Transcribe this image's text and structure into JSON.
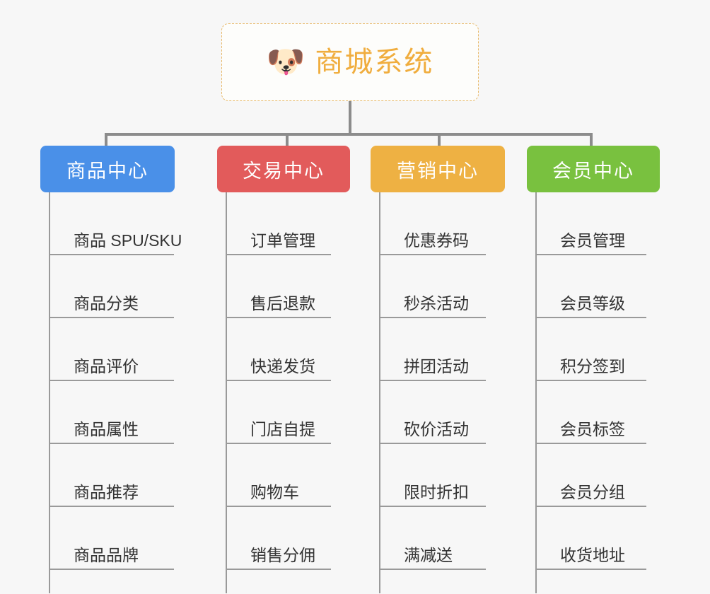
{
  "root": {
    "icon": "dog-face-icon",
    "icon_glyph": "🐶",
    "title": "商城系统",
    "accent_color": "#f0ad3e",
    "border_color": "#e8b96a"
  },
  "canvas": {
    "background_color": "#f7f7f7",
    "connector_color": "#8c8c8c"
  },
  "branches": [
    {
      "id": "product-center",
      "label": "商品中心",
      "color": "#4a90e8",
      "items": [
        {
          "label": "商品 SPU/SKU"
        },
        {
          "label": "商品分类"
        },
        {
          "label": "商品评价"
        },
        {
          "label": "商品属性"
        },
        {
          "label": "商品推荐"
        },
        {
          "label": "商品品牌"
        }
      ]
    },
    {
      "id": "trade-center",
      "label": "交易中心",
      "color": "#e25b5b",
      "items": [
        {
          "label": "订单管理"
        },
        {
          "label": "售后退款"
        },
        {
          "label": "快递发货"
        },
        {
          "label": "门店自提"
        },
        {
          "label": "购物车"
        },
        {
          "label": "销售分佣"
        }
      ]
    },
    {
      "id": "marketing-center",
      "label": "营销中心",
      "color": "#eeb143",
      "items": [
        {
          "label": "优惠券码"
        },
        {
          "label": "秒杀活动"
        },
        {
          "label": "拼团活动"
        },
        {
          "label": "砍价活动"
        },
        {
          "label": "限时折扣"
        },
        {
          "label": "满减送"
        }
      ]
    },
    {
      "id": "member-center",
      "label": "会员中心",
      "color": "#79c13f",
      "items": [
        {
          "label": "会员管理"
        },
        {
          "label": "会员等级"
        },
        {
          "label": "积分签到"
        },
        {
          "label": "会员标签"
        },
        {
          "label": "会员分组"
        },
        {
          "label": "收货地址"
        }
      ]
    }
  ]
}
